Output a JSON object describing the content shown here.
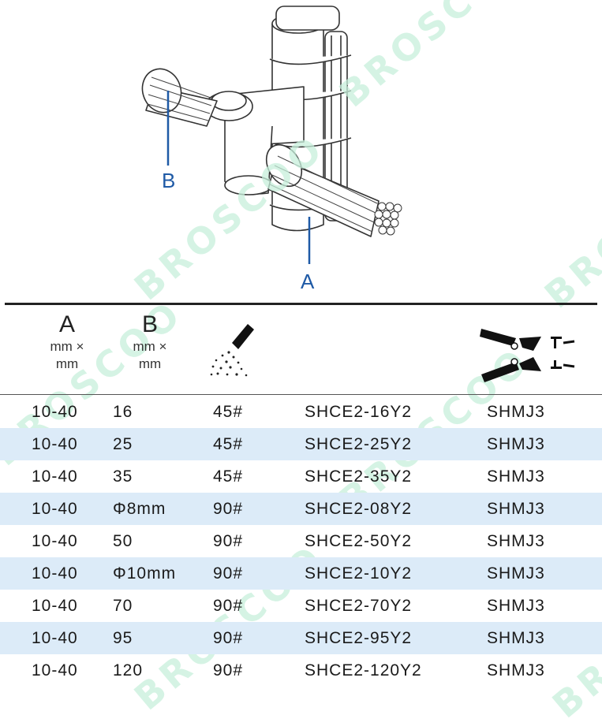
{
  "diagram": {
    "label_a": "A",
    "label_b": "B",
    "watermark": "BROSCOO"
  },
  "header": {
    "col_a": {
      "letter": "A",
      "unit_line1": "mm ×",
      "unit_line2": "mm"
    },
    "col_b": {
      "letter": "B",
      "unit_line1": "mm ×",
      "unit_line2": "mm"
    },
    "col_grease_icon": "grease-icon",
    "col_tool_icon": "cutter-tool-icon"
  },
  "rows": [
    {
      "a": "10-40",
      "b": "16",
      "grade": "45#",
      "model": "SHCE2-16Y2",
      "tool": "SHMJ3"
    },
    {
      "a": "10-40",
      "b": "25",
      "grade": "45#",
      "model": "SHCE2-25Y2",
      "tool": "SHMJ3"
    },
    {
      "a": "10-40",
      "b": "35",
      "grade": "45#",
      "model": "SHCE2-35Y2",
      "tool": "SHMJ3"
    },
    {
      "a": "10-40",
      "b": "Φ8mm",
      "grade": "90#",
      "model": "SHCE2-08Y2",
      "tool": "SHMJ3"
    },
    {
      "a": "10-40",
      "b": "50",
      "grade": "90#",
      "model": "SHCE2-50Y2",
      "tool": "SHMJ3"
    },
    {
      "a": "10-40",
      "b": "Φ10mm",
      "grade": "90#",
      "model": "SHCE2-10Y2",
      "tool": "SHMJ3"
    },
    {
      "a": "10-40",
      "b": "70",
      "grade": "90#",
      "model": "SHCE2-70Y2",
      "tool": "SHMJ3"
    },
    {
      "a": "10-40",
      "b": "95",
      "grade": "90#",
      "model": "SHCE2-95Y2",
      "tool": "SHMJ3"
    },
    {
      "a": "10-40",
      "b": "120",
      "grade": "90#",
      "model": "SHCE2-120Y2",
      "tool": "SHMJ3"
    }
  ],
  "colors": {
    "row_alt": "#dcebf8",
    "label_blue": "#1f5aa6",
    "watermark": "#c8f0dc"
  }
}
